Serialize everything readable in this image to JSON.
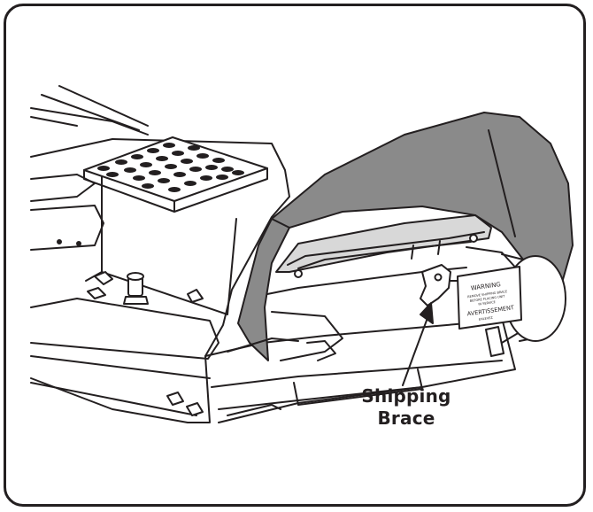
{
  "callout": {
    "line1": "Shipping",
    "line2": "Brace"
  },
  "warning_label": {
    "title": "WARNING",
    "body_line1": "REMOVE SHIPPING BRACE",
    "body_line2": "BEFORE PLACING UNIT",
    "body_line3": "IN SERVICE",
    "title_fr": "AVERTISSEMENT",
    "body_fr": "ENLEVEZ"
  },
  "colors": {
    "line": "#231f20",
    "grill_cover": "#8a8a8a",
    "background": "#ffffff"
  }
}
